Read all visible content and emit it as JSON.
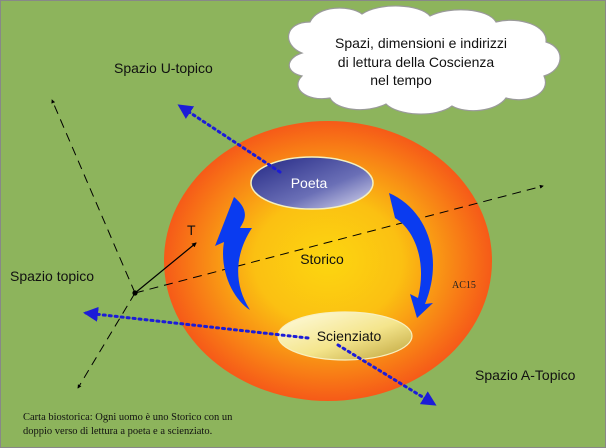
{
  "cloud": {
    "line1": "Spazi, dimensioni e indirizzi",
    "line2": "di lettura  della Coscienza",
    "line3": "nel tempo"
  },
  "labels": {
    "u_topico": "Spazio U-topico",
    "topico": "Spazio topico",
    "a_topico": "Spazio A-Topico",
    "t_axis": "T",
    "poeta": "Poeta",
    "storico": "Storico",
    "scienziato": "Scienziato",
    "signature": "AC15"
  },
  "caption": {
    "line1": "Carta biostorica: Ogni uomo è uno Storico con un",
    "line2": "doppio verso di lettura a poeta e a scienziato."
  },
  "colors": {
    "background": "#8db45c",
    "frame": "#888888",
    "ellipse_outer": "#f96b17",
    "ellipse_inner": "#fcd610",
    "poeta_fill": "#2a2f92",
    "scienziato_fill": "#f5e48d",
    "arrow_blue": "#0a3bf0",
    "dotted_blue": "#1c1cd8"
  }
}
